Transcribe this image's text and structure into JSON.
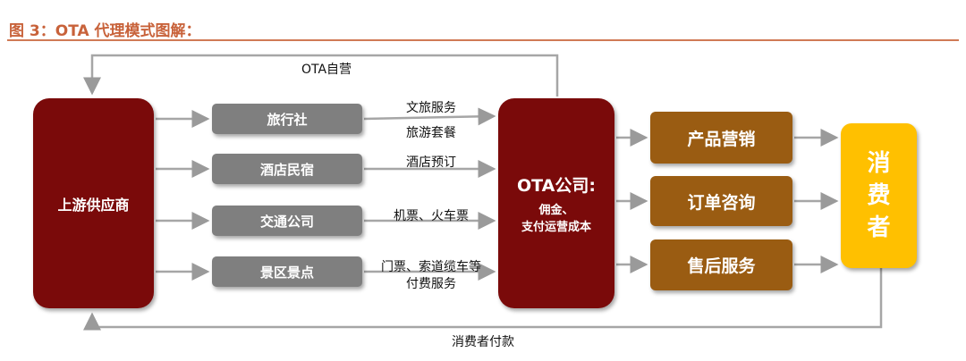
{
  "title": "图 3：OTA 代理模式图解：",
  "upstream": "上游供应商",
  "agents": [
    "旅行社",
    "酒店民宿",
    "交通公司",
    "景区景点"
  ],
  "flows": {
    "f1a": "文旅服务",
    "f1b": "旅游套餐",
    "f2": "酒店预订",
    "f3": "机票、火车票",
    "f4a": "门票、索道缆车等",
    "f4b": "付费服务"
  },
  "ota": {
    "title": "OTA公司:",
    "line1": "佣金、",
    "line2": "支付运营成本"
  },
  "services": [
    "产品营销",
    "订单咨询",
    "售后服务"
  ],
  "consumer": "消\n费\n者",
  "top_loop": "OTA自营",
  "bottom_loop": "消费者付款",
  "colors": {
    "dark_red": "#7a0a0a",
    "gray": "#7f7f7f",
    "brown": "#9a5c12",
    "yellow": "#ffc000",
    "title": "#c8623a"
  }
}
